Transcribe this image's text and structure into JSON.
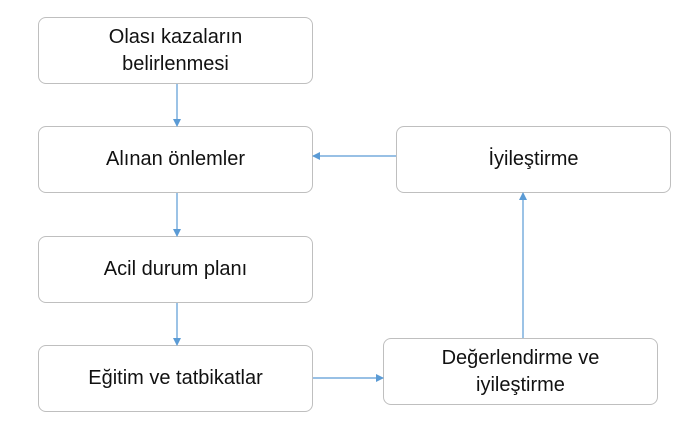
{
  "nodes": [
    {
      "id": "step-1",
      "label": "Olası kazaların\nbelirlenmesi"
    },
    {
      "id": "step-2",
      "label": "Alınan önlemler"
    },
    {
      "id": "step-3",
      "label": "Acil durum planı"
    },
    {
      "id": "step-4",
      "label": "Eğitim ve tatbikatlar"
    },
    {
      "id": "step-5",
      "label": "Değerlendirme ve\niyileştirme"
    },
    {
      "id": "step-6",
      "label": "İyileştirme"
    }
  ],
  "edges": [
    {
      "from": "step-1",
      "to": "step-2"
    },
    {
      "from": "step-2",
      "to": "step-3"
    },
    {
      "from": "step-3",
      "to": "step-4"
    },
    {
      "from": "step-4",
      "to": "step-5"
    },
    {
      "from": "step-5",
      "to": "step-6"
    },
    {
      "from": "step-6",
      "to": "step-2"
    }
  ],
  "colors": {
    "connector": "#5b9bd5",
    "box_border": "#bfbfbf",
    "text": "#111111"
  }
}
